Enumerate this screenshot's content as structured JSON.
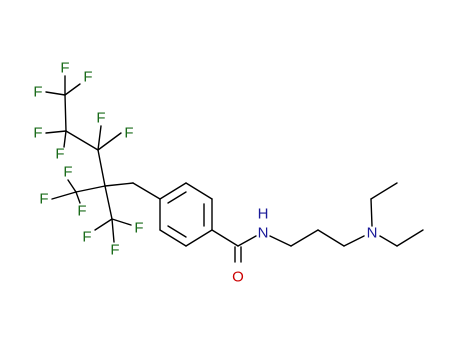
{
  "colors": {
    "bond": "#000000",
    "fluorine": "#1a6b1a",
    "nitrogen": "#1a1a99",
    "oxygen": "#cc0000"
  },
  "labels": {
    "F": "F",
    "N": "N",
    "NH": "NH",
    "H": "H",
    "O": "O"
  }
}
